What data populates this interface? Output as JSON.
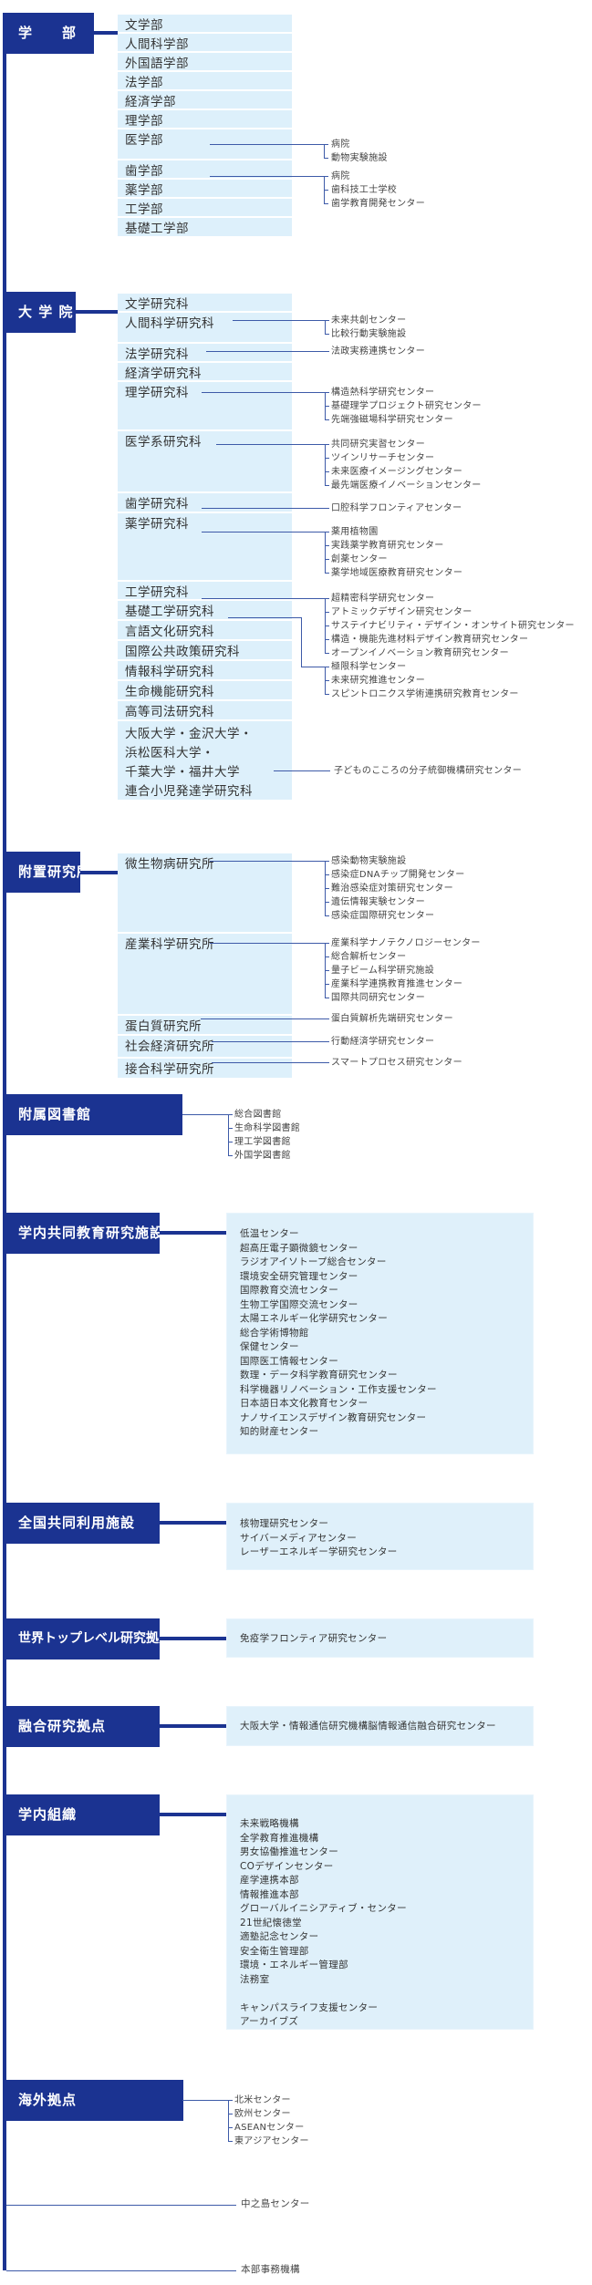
{
  "sections": {
    "faculties": {
      "label": "学　　部",
      "items": [
        "文学部",
        "人間科学部",
        "外国語学部",
        "法学部",
        "経済学部",
        "理学部",
        "医学部",
        "歯学部",
        "薬学部",
        "工学部",
        "基礎工学部"
      ],
      "children": {
        "medicine": [
          "病院",
          "動物実験施設"
        ],
        "dentistry": [
          "病院",
          "歯科技工士学校",
          "歯学教育開発センター"
        ]
      }
    },
    "graduate": {
      "label": "大 学 院",
      "items": [
        "文学研究科",
        "人間科学研究科",
        "法学研究科",
        "経済学研究科",
        "理学研究科",
        "医学系研究科",
        "歯学研究科",
        "薬学研究科",
        "工学研究科",
        "基礎工学研究科",
        "言語文化研究科",
        "国際公共政策研究科",
        "情報科学研究科",
        "生命機能研究科",
        "高等司法研究科"
      ],
      "joint": [
        "大阪大学・金沢大学・",
        "浜松医科大学・",
        "千葉大学・福井大学",
        "連合小児発達学研究科"
      ],
      "children": {
        "human_sciences": [
          "未来共創センター",
          "比較行動実験施設"
        ],
        "law": [
          "法政実務連携センター"
        ],
        "science": [
          "構造熱科学研究センター",
          "基礎理学プロジェクト研究センター",
          "先端強磁場科学研究センター"
        ],
        "medicine": [
          "共同研究実習センター",
          "ツインリサーチセンター",
          "未来医療イメージングセンター",
          "最先端医療イノベーションセンター"
        ],
        "dentistry": [
          "口腔科学フロンティアセンター"
        ],
        "pharmacy": [
          "薬用植物園",
          "実践薬学教育研究センター",
          "創薬センター",
          "薬学地域医療教育研究センター"
        ],
        "engineering": [
          "超精密科学研究センター",
          "アトミックデザイン研究センター",
          "サステイナビリティ・デザイン・オンサイト研究センター",
          "構造・機能先進材料デザイン教育研究センター",
          "オープンイノベーション教育研究センター"
        ],
        "engineering_science": [
          "極限科学センター",
          "未来研究推進センター",
          "スピントロニクス学術連携研究教育センター"
        ],
        "joint": [
          "子どものこころの分子統御機構研究センター"
        ]
      }
    },
    "institutes": {
      "label": "附置研究所",
      "items": [
        "微生物病研究所",
        "産業科学研究所",
        "蛋白質研究所",
        "社会経済研究所",
        "接合科学研究所"
      ],
      "children": {
        "microbial": [
          "感染動物実験施設",
          "感染症DNAチップ開発センター",
          "難治感染症対策研究センター",
          "遺伝情報実験センター",
          "感染症国際研究センター"
        ],
        "industrial": [
          "産業科学ナノテクノロジーセンター",
          "総合解析センター",
          "量子ビーム科学研究施設",
          "産業科学連携教育推進センター",
          "国際共同研究センター"
        ],
        "protein": [
          "蛋白質解析先端研究センター"
        ],
        "social_econ": [
          "行動経済学研究センター"
        ],
        "welding": [
          "スマートプロセス研究センター"
        ]
      }
    },
    "library": {
      "label": "附属図書館",
      "children": [
        "総合図書館",
        "生命科学図書館",
        "理工学図書館",
        "外国学図書館"
      ]
    },
    "joint_facilities": {
      "label": "学内共同教育研究施設",
      "items": [
        "低温センター",
        "超高圧電子顕微鏡センター",
        "ラジオアイソトープ総合センター",
        "環境安全研究管理センター",
        "国際教育交流センター",
        "生物工学国際交流センター",
        "太陽エネルギー化学研究センター",
        "総合学術博物館",
        "保健センター",
        "国際医工情報センター",
        "数理・データ科学教育研究センター",
        "科学機器リノベーション・工作支援センター",
        "日本語日本文化教育センター",
        "ナノサイエンスデザイン教育研究センター",
        "知的財産センター"
      ]
    },
    "national_facilities": {
      "label": "全国共同利用施設",
      "items": [
        "核物理研究センター",
        "サイバーメディアセンター",
        "レーザーエネルギー学研究センター"
      ]
    },
    "world_premier": {
      "label": "世界トップレベル研究拠点",
      "items": [
        "免疫学フロンティア研究センター"
      ]
    },
    "fusion": {
      "label": "融合研究拠点",
      "items": [
        "大阪大学・情報通信研究機構脳情報通信融合研究センター"
      ]
    },
    "internal_org": {
      "label": "学内組織",
      "items": [
        "未来戦略機構",
        "全学教育推進機構",
        "男女協働推進センター",
        "COデザインセンター",
        "産学連携本部",
        "情報推進本部",
        "グローバルイニシアティブ・センター",
        "21世紀懐徳堂",
        "適塾記念センター",
        "安全衛生管理部",
        "環境・エネルギー管理部",
        "法務室"
      ],
      "items2": [
        "キャンパスライフ支援センター",
        "アーカイブズ"
      ]
    },
    "overseas": {
      "label": "海外拠点",
      "children": [
        "北米センター",
        "欧州センター",
        "ASEANセンター",
        "東アジアセンター"
      ]
    },
    "nakanoshima": {
      "label": "中之島センター"
    },
    "admin": {
      "label": "本部事務機構"
    }
  },
  "colors": {
    "primary": "#1b3391",
    "line": "#3d5aa8",
    "box": "#ddf0fb"
  }
}
